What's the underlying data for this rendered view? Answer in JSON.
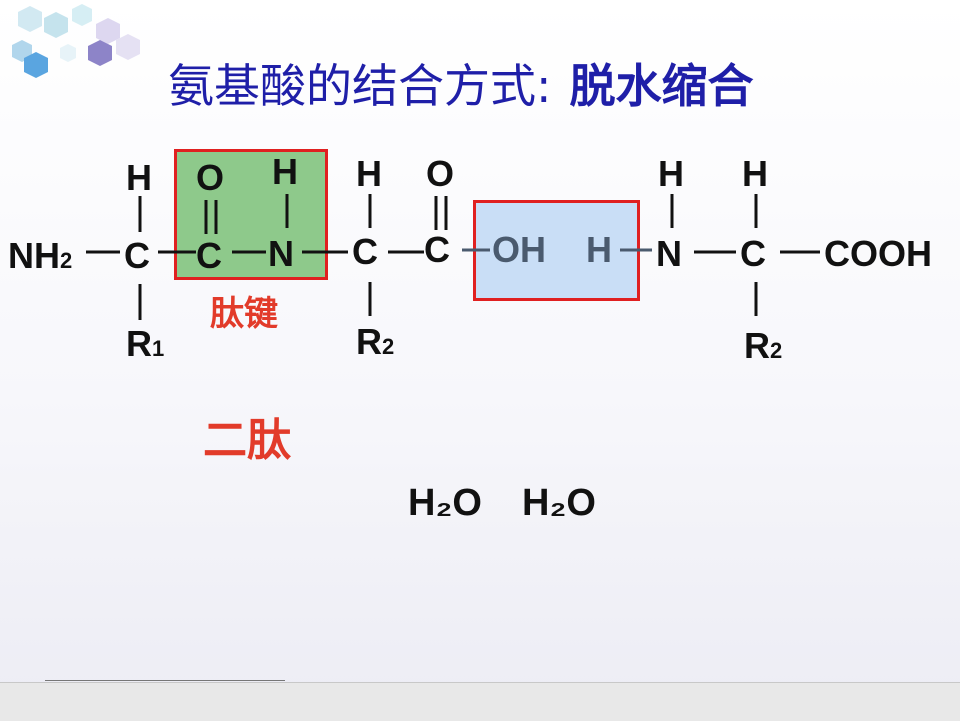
{
  "title": {
    "prefix": "氨基酸的结合方式:",
    "method": "脱水缩合"
  },
  "labels": {
    "peptide_bond": "肽键",
    "dipeptide": "二肽"
  },
  "waters": [
    "H₂O",
    "H₂O"
  ],
  "colors": {
    "title": "#1f1fa8",
    "label_red": "#e23b2a",
    "box_border": "#e02020",
    "peptide_fill": "#8ec98b",
    "water_fill": "#c9def6",
    "atom": "#111111",
    "removed_atom": "#4a5a6e"
  },
  "decoration": {
    "icon": "hexagon-cluster-icon"
  }
}
